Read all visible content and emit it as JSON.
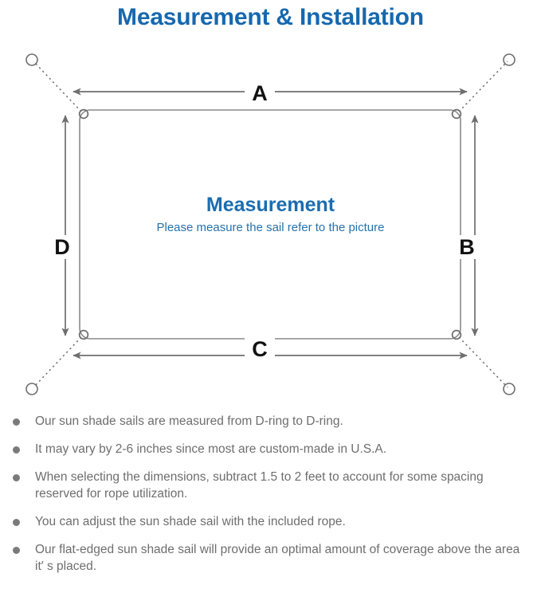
{
  "title": "Measurement & Installation",
  "colors": {
    "title_blue": "#1668AE",
    "heading_blue": "#1A6DB0",
    "sub_blue": "#2573AE",
    "line_gray": "#7D7D7D",
    "sail_gray": "#8A8A8A",
    "text_gray": "#6E6E6E",
    "label_black": "#111111"
  },
  "diagram": {
    "center_heading": "Measurement",
    "center_subtext": "Please measure the sail refer to the picture",
    "dimension_labels": {
      "top": "A",
      "right": "B",
      "bottom": "C",
      "left": "D"
    },
    "icon_names": {
      "sail": "sail-rectangle-icon",
      "d_ring": "d-ring-icon",
      "anchor_point": "anchor-point-icon",
      "rope": "rope-dotted-line-icon",
      "dimension_arrow": "double-headed-arrow-icon"
    }
  },
  "notes": [
    "Our sun shade sails are measured from D-ring to D-ring.",
    "It may vary by 2-6 inches since most are custom-made in U.S.A.",
    "When selecting the dimensions, subtract 1.5 to 2 feet to account for some spacing reserved for rope utilization.",
    "You can adjust the sun shade sail with the included rope.",
    "Our flat-edged sun shade sail will provide an optimal amount of coverage above the area it′ s placed."
  ]
}
